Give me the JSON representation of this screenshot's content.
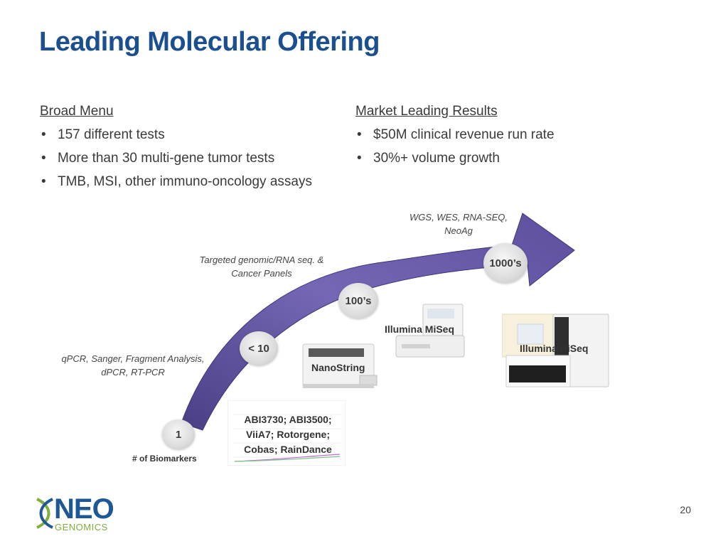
{
  "title": "Leading Molecular Offering",
  "left_column": {
    "heading": "Broad Menu",
    "bullets": [
      "157 different tests",
      "More than 30 multi-gene tumor tests",
      "TMB, MSI, other immuno-oncology assays"
    ]
  },
  "right_column": {
    "heading": "Market Leading Results",
    "bullets": [
      "$50M clinical revenue run rate",
      "30%+ volume growth"
    ]
  },
  "diagram": {
    "axis_label": "# of Biomarkers",
    "stages": [
      {
        "value": "1",
        "methods": [
          "qPCR, Sanger, Fragment Analysis,",
          "dPCR, RT-PCR"
        ]
      },
      {
        "value": "< 10",
        "methods": []
      },
      {
        "value": "100’s",
        "methods": [
          "Targeted genomic/RNA seq. &",
          "Cancer Panels"
        ]
      },
      {
        "value": "1000’s",
        "methods": [
          "WGS, WES, RNA-SEQ,",
          "NeoAg"
        ]
      }
    ],
    "instruments": {
      "abi": [
        "ABI3730; ABI3500;",
        "ViiA7; Rotorgene;",
        "Cobas; RainDance"
      ],
      "nanostring": "NanoString",
      "miseq": "Illumina MiSeq",
      "hiseq": "Illumina HiSeq"
    },
    "colors": {
      "arrow": "#6b5ca8",
      "arrow_dark": "#4a3f86"
    }
  },
  "logo": {
    "name": "NEO",
    "sub": "GENOMICS"
  },
  "page_number": "20"
}
